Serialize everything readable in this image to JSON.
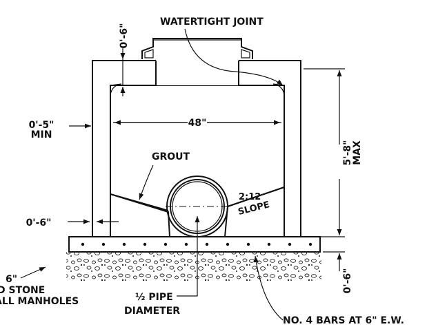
{
  "labels": {
    "top_dim": "0'-6\"",
    "watertight": "WATERTIGHT JOINT",
    "wall_dim_a": "0'-5\"",
    "wall_dim_b": "MIN",
    "inner_width": "48\"",
    "height_a": "5'-8\"",
    "height_b": "MAX",
    "grout": "GROUT",
    "slope_a": "2:12",
    "slope_b": "SLOPE",
    "base_dim": "0'-6\"",
    "bottom_dim": "0'-6\"",
    "stone_a": "6\"",
    "stone_b": "D STONE",
    "stone_c": "ALL MANHOLES",
    "pipe_a": "½ PIPE",
    "pipe_b": "DIAMETER",
    "bars": "NO. 4 BARS AT 6\" E.W."
  },
  "colors": {
    "ink": "#111111",
    "background": "#ffffff"
  }
}
